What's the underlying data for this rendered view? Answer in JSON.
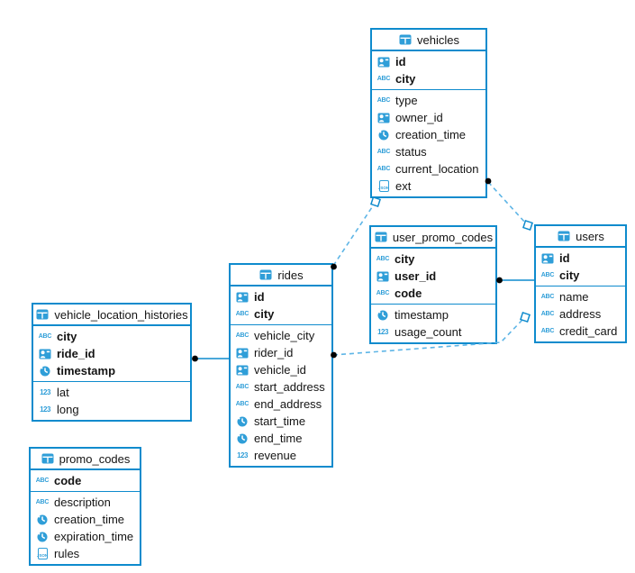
{
  "icons": {
    "text_label": "ABC",
    "number_label": "123",
    "json_label": "JSON"
  },
  "colors": {
    "table_border": "#0e8bcd",
    "icon_blue": "#2f9ed8",
    "relation_dashed": "#5eb5e6",
    "relation_solid": "#0e8bcd",
    "endpoint_dot": "#000000",
    "text": "#141414",
    "background": "#ffffff"
  },
  "tables": [
    {
      "name": "vehicles",
      "pk": [
        {
          "name": "id",
          "type": "id"
        },
        {
          "name": "city",
          "type": "text"
        }
      ],
      "cols": [
        {
          "name": "type",
          "type": "text"
        },
        {
          "name": "owner_id",
          "type": "id"
        },
        {
          "name": "creation_time",
          "type": "time"
        },
        {
          "name": "status",
          "type": "text"
        },
        {
          "name": "current_location",
          "type": "text"
        },
        {
          "name": "ext",
          "type": "json"
        }
      ]
    },
    {
      "name": "user_promo_codes",
      "pk": [
        {
          "name": "city",
          "type": "text"
        },
        {
          "name": "user_id",
          "type": "id"
        },
        {
          "name": "code",
          "type": "text"
        }
      ],
      "cols": [
        {
          "name": "timestamp",
          "type": "time"
        },
        {
          "name": "usage_count",
          "type": "number"
        }
      ]
    },
    {
      "name": "users",
      "pk": [
        {
          "name": "id",
          "type": "id"
        },
        {
          "name": "city",
          "type": "text"
        }
      ],
      "cols": [
        {
          "name": "name",
          "type": "text"
        },
        {
          "name": "address",
          "type": "text"
        },
        {
          "name": "credit_card",
          "type": "text"
        }
      ]
    },
    {
      "name": "rides",
      "pk": [
        {
          "name": "id",
          "type": "id"
        },
        {
          "name": "city",
          "type": "text"
        }
      ],
      "cols": [
        {
          "name": "vehicle_city",
          "type": "text"
        },
        {
          "name": "rider_id",
          "type": "id"
        },
        {
          "name": "vehicle_id",
          "type": "id"
        },
        {
          "name": "start_address",
          "type": "text"
        },
        {
          "name": "end_address",
          "type": "text"
        },
        {
          "name": "start_time",
          "type": "time"
        },
        {
          "name": "end_time",
          "type": "time"
        },
        {
          "name": "revenue",
          "type": "number"
        }
      ]
    },
    {
      "name": "vehicle_location_histories",
      "pk": [
        {
          "name": "city",
          "type": "text"
        },
        {
          "name": "ride_id",
          "type": "id"
        },
        {
          "name": "timestamp",
          "type": "time"
        }
      ],
      "cols": [
        {
          "name": "lat",
          "type": "number"
        },
        {
          "name": "long",
          "type": "number"
        }
      ]
    },
    {
      "name": "promo_codes",
      "pk": [
        {
          "name": "code",
          "type": "text"
        }
      ],
      "cols": [
        {
          "name": "description",
          "type": "text"
        },
        {
          "name": "creation_time",
          "type": "time"
        },
        {
          "name": "expiration_time",
          "type": "time"
        },
        {
          "name": "rules",
          "type": "json"
        }
      ]
    }
  ],
  "relations": [
    {
      "from": "vehicle_location_histories",
      "to": "rides",
      "style": "solid"
    },
    {
      "from": "user_promo_codes",
      "to": "users",
      "style": "solid"
    },
    {
      "from": "rides",
      "to": "vehicles",
      "style": "dashed"
    },
    {
      "from": "vehicles",
      "to": "users",
      "style": "dashed"
    },
    {
      "from": "rides",
      "to": "users",
      "style": "dashed"
    }
  ]
}
